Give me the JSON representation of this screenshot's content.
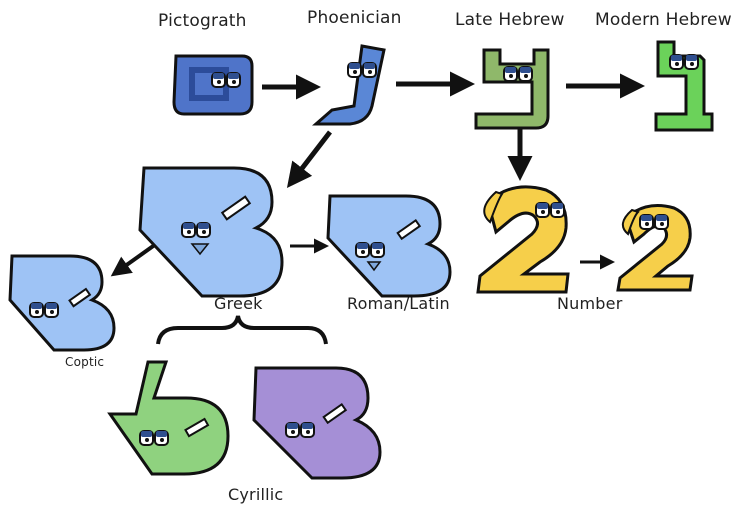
{
  "labels": {
    "pictograph": "Pictograth",
    "phoenician": "Phoenician",
    "late_hebrew": "Late Hebrew",
    "modern_hebrew": "Modern Hebrew",
    "greek": "Greek",
    "roman_latin": "Roman/Latin",
    "number": "Number",
    "coptic": "Coptic",
    "cyrillic": "Cyrillic"
  },
  "colors": {
    "pictograph": "#4f74c9",
    "phoenician": "#5a87d6",
    "late_hebrew": "#8fb86a",
    "modern_hebrew": "#6bd25a",
    "greek": "#9ec3f5",
    "roman_latin": "#9ec3f5",
    "coptic": "#9ec3f5",
    "number": "#f6cf4a",
    "cyrillic_left": "#8fd27f",
    "cyrillic_right": "#a58fd6",
    "outline": "#1a1a1a",
    "arrow": "#111111"
  }
}
